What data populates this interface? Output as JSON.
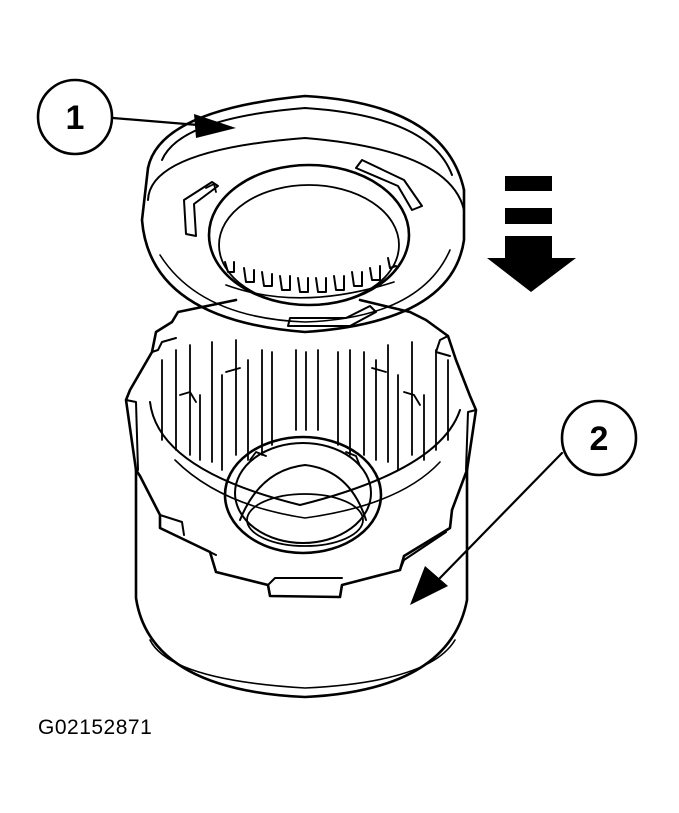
{
  "callouts": [
    {
      "id": "1",
      "label": "1"
    },
    {
      "id": "2",
      "label": "2"
    }
  ],
  "figure_id": "G02152871",
  "colors": {
    "ink": "#000000",
    "paper": "#ffffff"
  }
}
